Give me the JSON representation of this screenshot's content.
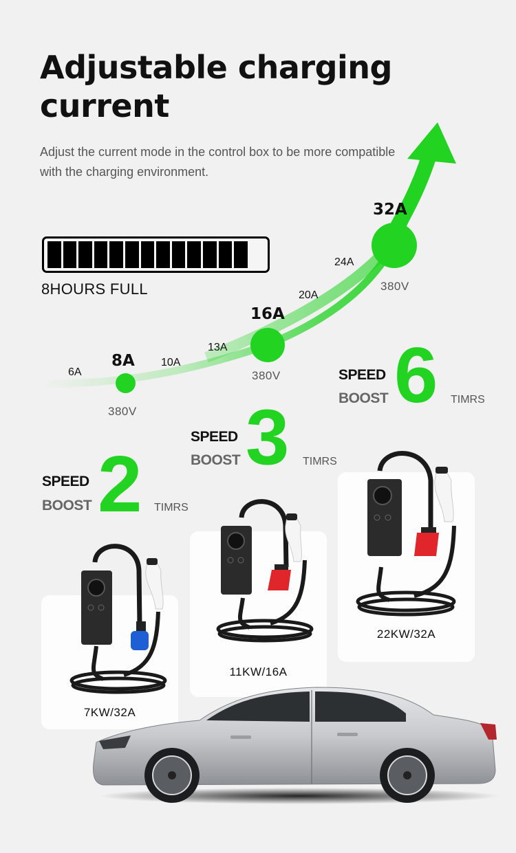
{
  "header": {
    "title": "Adjustable charging current",
    "subtitle": "Adjust the current mode in the control box to be more compatible with the charging environment."
  },
  "battery": {
    "segments_filled": 13,
    "label": "8HOURS FULL"
  },
  "current_curve": {
    "ticks": [
      "6A",
      "10A",
      "13A",
      "20A",
      "24A"
    ],
    "levels": [
      {
        "current": "8A",
        "voltage": "380V"
      },
      {
        "current": "16A",
        "voltage": "380V"
      },
      {
        "current": "32A",
        "voltage": "380V"
      }
    ],
    "accent_color": "#22d322"
  },
  "speed_boosts": [
    {
      "speed": "SPEED",
      "boost": "BOOST",
      "multiplier": "2",
      "unit": "TIMRS"
    },
    {
      "speed": "SPEED",
      "boost": "BOOST",
      "multiplier": "3",
      "unit": "TIMRS"
    },
    {
      "speed": "SPEED",
      "boost": "BOOST",
      "multiplier": "6",
      "unit": "TIMRS"
    }
  ],
  "products": [
    {
      "label": "7KW/32A",
      "plug_color": "#1e5fd6"
    },
    {
      "label": "11KW/16A",
      "plug_color": "#e0262b"
    },
    {
      "label": "22KW/32A",
      "plug_color": "#e0262b"
    }
  ],
  "car": {
    "color": "silver"
  }
}
